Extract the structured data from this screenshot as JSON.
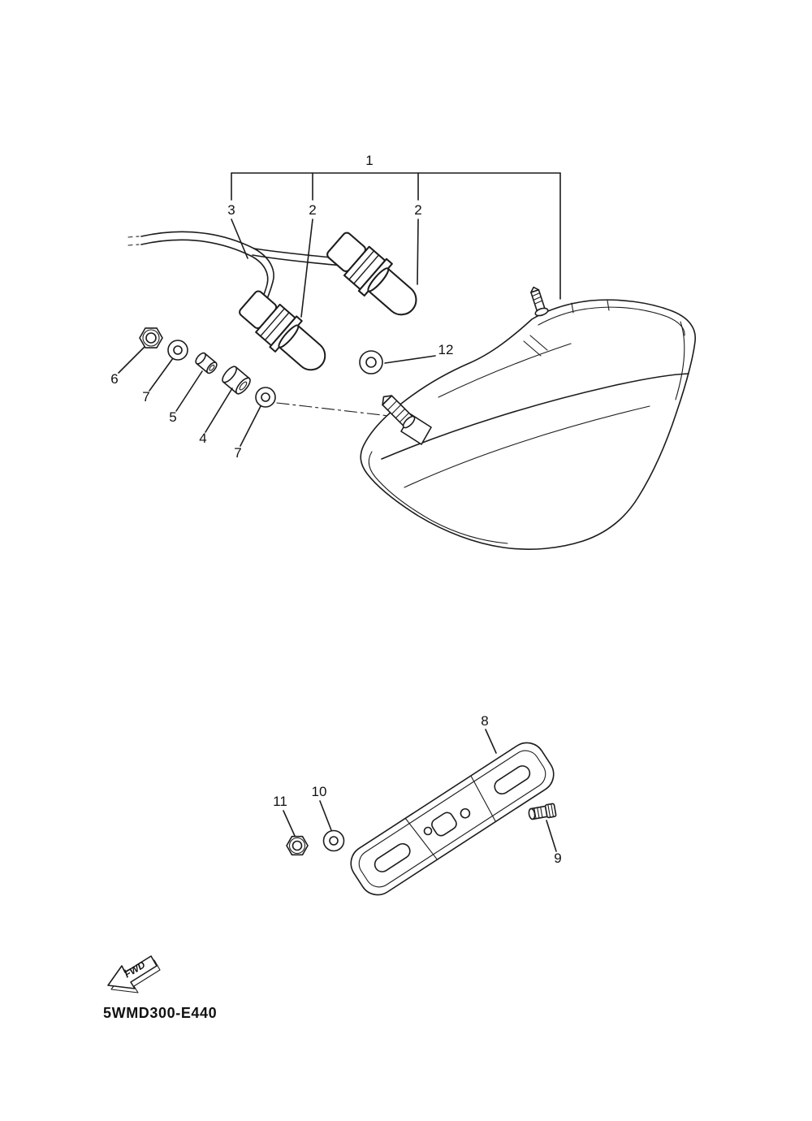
{
  "diagram": {
    "part_code": "5WMD300-E440",
    "fwd_label": "FWD",
    "callouts": [
      {
        "label": "1"
      },
      {
        "label": "3"
      },
      {
        "label": "2"
      },
      {
        "label": "2"
      },
      {
        "label": "6"
      },
      {
        "label": "7"
      },
      {
        "label": "5"
      },
      {
        "label": "4"
      },
      {
        "label": "7"
      },
      {
        "label": "12"
      },
      {
        "label": "8"
      },
      {
        "label": "11"
      },
      {
        "label": "10"
      },
      {
        "label": "9"
      }
    ]
  }
}
